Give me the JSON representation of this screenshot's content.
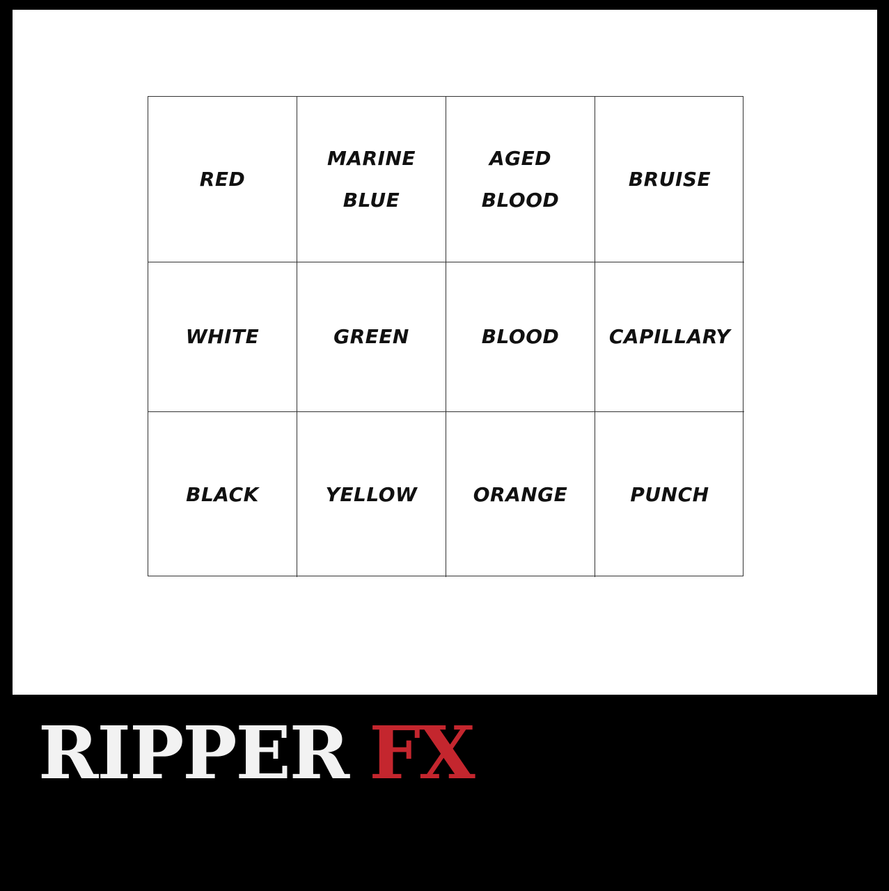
{
  "palette": {
    "cells": [
      "RED",
      "MARINE\nBLUE",
      "AGED\nBLOOD",
      "BRUISE",
      "WHITE",
      "GREEN",
      "BLOOD",
      "CAPILLARY",
      "BLACK",
      "YELLOW",
      "ORANGE",
      "PUNCH"
    ]
  },
  "logo": {
    "part1": "RIPPER",
    "part2": "FX",
    "colors": {
      "part1": "#f2f2f2",
      "part2": "#c4262e"
    }
  }
}
